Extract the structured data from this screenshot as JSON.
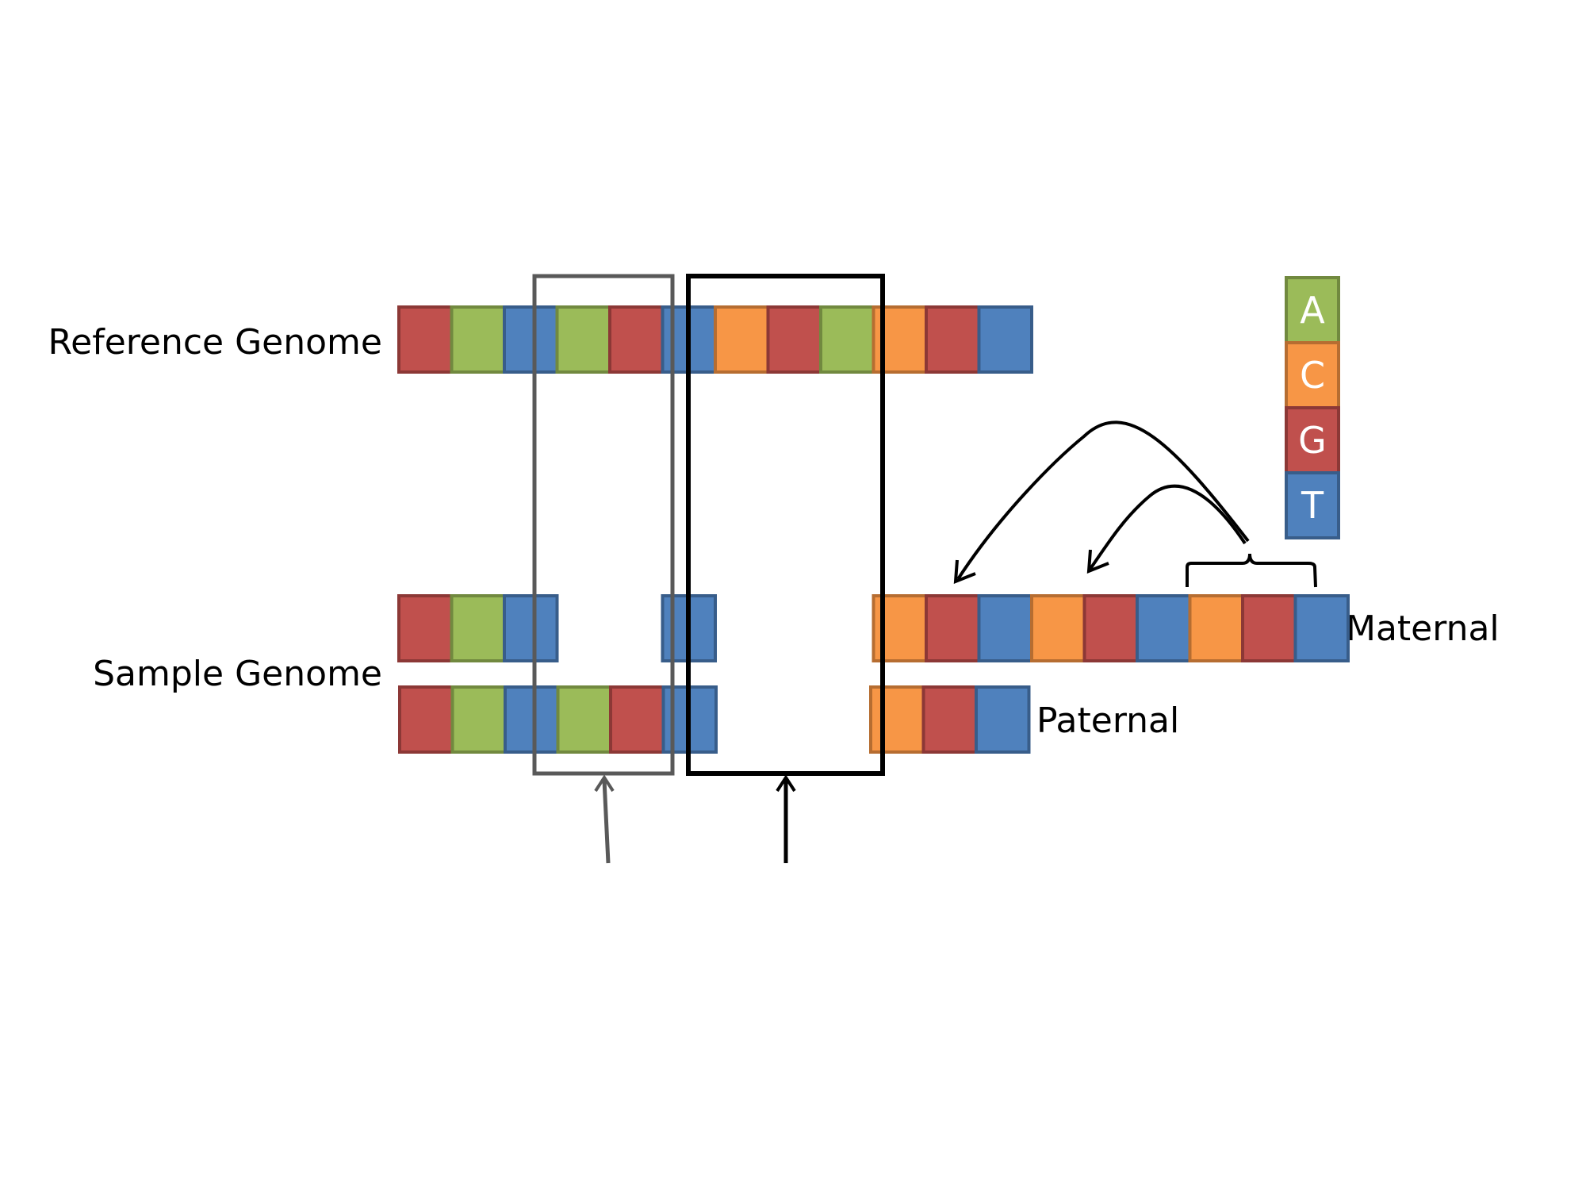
{
  "colors": {
    "A": {
      "fill": "#9BBB59",
      "stroke": "#71893F"
    },
    "C": {
      "fill": "#F79646",
      "stroke": "#B66D31"
    },
    "G": {
      "fill": "#C0504D",
      "stroke": "#8C3836"
    },
    "T": {
      "fill": "#4F81BD",
      "stroke": "#385D8A"
    }
  },
  "labels": {
    "reference": "Reference Genome",
    "sample": "Sample Genome",
    "maternal": "Maternal",
    "paternal": "Paternal"
  },
  "legend": [
    {
      "base": "A",
      "label": "A"
    },
    {
      "base": "C",
      "label": "C"
    },
    {
      "base": "G",
      "label": "G"
    },
    {
      "base": "T",
      "label": "T"
    }
  ],
  "sequences": {
    "reference": [
      "G",
      "A",
      "T",
      "A",
      "G",
      "T",
      "C",
      "G",
      "A",
      "C",
      "G",
      "T"
    ],
    "maternal": [
      "G",
      "A",
      "T",
      "",
      "",
      "T",
      "",
      "",
      "",
      "C",
      "G",
      "T",
      "C",
      "G",
      "T",
      "C",
      "G",
      "T"
    ],
    "paternal": [
      "G",
      "A",
      "T",
      "A",
      "G",
      "T",
      "",
      "",
      "",
      "C",
      "G",
      "T"
    ]
  },
  "arrow_colors": {
    "deletion_box": "#595959",
    "insertion_box": "#000000",
    "curves": "#000000"
  }
}
